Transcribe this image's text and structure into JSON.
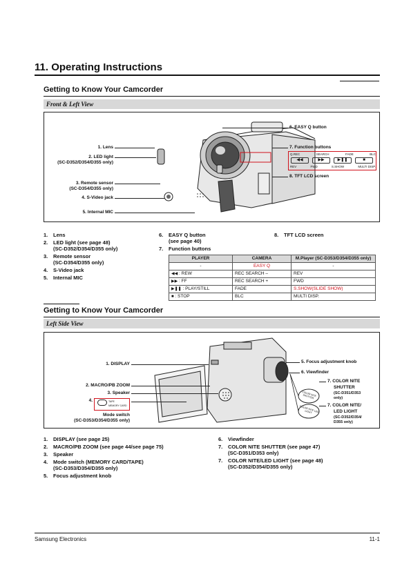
{
  "chapter_title": "11. Operating Instructions",
  "section1": {
    "title": "Getting to Know Your Camcorder",
    "subheader": "Front & Left View",
    "callouts": {
      "lens": "1. Lens",
      "led_light": "2. LED light",
      "led_models": "(SC-D352/D354/D355 only)",
      "remote_sensor": "3. Remote sensor",
      "remote_models": "(SC-D354/D355 only)",
      "svideo": "4. S-Video jack",
      "mic": "5. Internal MIC",
      "easy_q": "6. EASY Q button",
      "function_buttons": "7. Function buttons",
      "tft": "8. TFT LCD screen"
    },
    "func_panel": {
      "top_labels": [
        "Q.REC",
        "SEARCH",
        "FADE",
        "BLC"
      ],
      "bottom_labels": [
        "REV",
        "FWD",
        "S.SHOW",
        "MULTI DISP."
      ]
    },
    "list_col1": [
      {
        "num": "1.",
        "text": "Lens"
      },
      {
        "num": "2.",
        "text": "LED light (see page 48)",
        "text2": "(SC-D352/D354/D355 only)"
      },
      {
        "num": "3.",
        "text": "Remote sensor",
        "text2": "(SC-D354/D355 only)"
      },
      {
        "num": "4.",
        "text": "S-Video jack"
      },
      {
        "num": "5.",
        "text": "Internal MIC"
      }
    ],
    "list_col2": [
      {
        "num": "6.",
        "text": "EASY Q button",
        "text2": "(see page 40)"
      },
      {
        "num": "7.",
        "text": "Function buttons"
      }
    ],
    "list_col3": [
      {
        "num": "8.",
        "text": "TFT LCD screen"
      }
    ],
    "function_table": {
      "headers": [
        "PLAYER",
        "CAMERA",
        "M.Player (SC-D353/D354/D355 only)"
      ],
      "rows": [
        {
          "icon": "",
          "player": "-",
          "camera": "EASY Q",
          "mplayer": "-",
          "camera_red": true,
          "mplayer_red": false
        },
        {
          "icon": "rewind-icon",
          "player": ": REW",
          "camera": "REC SEARCH –",
          "mplayer": "REV",
          "camera_red": false,
          "mplayer_red": false
        },
        {
          "icon": "fast-forward-icon",
          "player": ": FF",
          "camera": "REC SEARCH +",
          "mplayer": "FWD",
          "camera_red": false,
          "mplayer_red": false
        },
        {
          "icon": "play-pause-icon",
          "player": ": PLAY/STILL",
          "camera": "FADE",
          "mplayer": "S.SHOW(SLIDE SHOW)",
          "camera_red": false,
          "mplayer_red": true
        },
        {
          "icon": "stop-icon",
          "player": ": STOP",
          "camera": "BLC",
          "mplayer": "MULTI DISP.",
          "camera_red": false,
          "mplayer_red": false
        }
      ]
    }
  },
  "section2": {
    "title": "Getting to Know Your Camcorder",
    "subheader": "Left Side View",
    "callouts": {
      "display": "1. DISPLAY",
      "macro": "2. MACRO/PB ZOOM",
      "speaker": "3. Speaker",
      "mode_num": "4.",
      "mode_switch": "Mode switch",
      "mode_models": "(SC-D353/D354/D355 only)",
      "mode_tape": "TAPE",
      "mode_card": "MEMORY CARD",
      "focus": "5. Focus adjustment knob",
      "viewfinder": "6. Viewfinder",
      "nite_shutter": "7. COLOR NITE",
      "nite_shutter2": "SHUTTER",
      "nite_shutter_models": "(SC-D351/D353",
      "nite_shutter_models2": "only)",
      "nite_led": "7. COLOR NITE/",
      "nite_led2": "LED LIGHT",
      "nite_led_models": "(SC-D352/D354/",
      "nite_led_models2": "D355 only)",
      "knob1_text": "COLOR NITE SHUTTER",
      "knob2_text": "COLOR NITE LED LIGHT"
    },
    "list_col1": [
      {
        "num": "1.",
        "text": "DISPLAY (see page 25)"
      },
      {
        "num": "2.",
        "text": "MACRO/PB ZOOM (see page 44/see page 75)"
      },
      {
        "num": "3.",
        "text": "Speaker"
      },
      {
        "num": "4.",
        "text": "Mode switch (MEMORY CARD/TAPE)",
        "text2": "(SC-D353/D354/D355 only)"
      },
      {
        "num": "5.",
        "text": "Focus adjustment knob"
      }
    ],
    "list_col2": [
      {
        "num": "6.",
        "text": "Viewfinder"
      },
      {
        "num": "7.",
        "text": "COLOR NITE SHUTTER (see page 47)",
        "text2": "(SC-D351/D353 only)"
      },
      {
        "num": "7.",
        "text": "COLOR NITE/LED LIGHT (see page 48)",
        "text2": "(SC-D352/D354/D355 only)"
      }
    ]
  },
  "footer": {
    "left": "Samsung Electronics",
    "right": "11-1"
  }
}
